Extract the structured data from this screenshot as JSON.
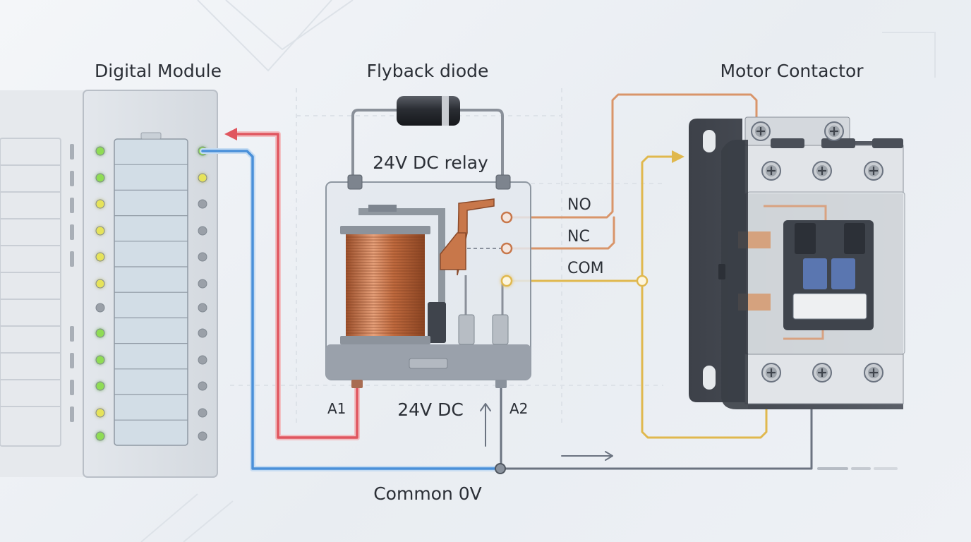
{
  "titles": {
    "digital_module": "Digital Module",
    "flyback_diode": "Flyback diode",
    "motor_contactor": "Motor Contactor"
  },
  "relay": {
    "label": "24V DC relay",
    "terminal_no": "NO",
    "terminal_nc": "NC",
    "terminal_com": "COM",
    "pin_a1": "A1",
    "pin_a2": "A2",
    "supply_label": "24V DC"
  },
  "common": {
    "label": "Common 0V"
  },
  "colors": {
    "wire_red": "#e0565f",
    "wire_blue": "#4a90d9",
    "wire_orange": "#d9956a",
    "wire_yellow": "#e0b84e",
    "wire_gray": "#6b7380",
    "led_green": "#8fdc54",
    "led_yellow": "#e6e35a",
    "led_gray": "#9aa0a8",
    "contactor_dark": "#4a4f58",
    "coil_copper": "#c8774a"
  },
  "leds": {
    "left_column": [
      "green",
      "green",
      "yellow",
      "yellow",
      "yellow",
      "yellow",
      "gray",
      "green",
      "green",
      "green",
      "yellow",
      "green"
    ],
    "right_column": [
      "green",
      "yellow",
      "gray",
      "gray",
      "gray",
      "gray",
      "gray",
      "gray",
      "gray",
      "gray",
      "gray",
      "gray"
    ]
  }
}
